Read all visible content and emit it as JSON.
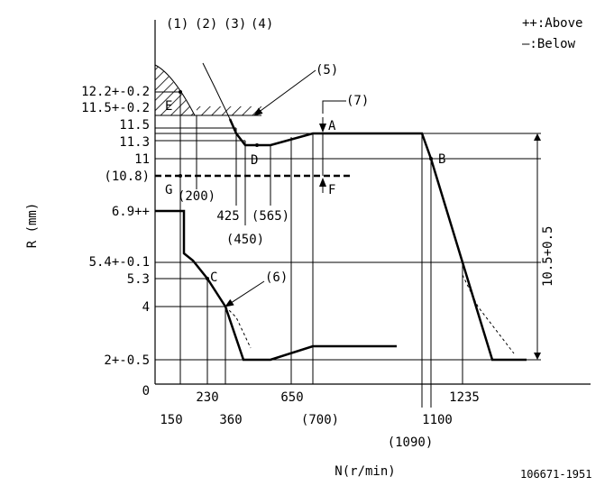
{
  "chart_data": {
    "type": "line",
    "title": "",
    "xlabel": "N(r/min)",
    "ylabel": "R (mm)",
    "figure_id": "106671-1951",
    "legend": {
      "above": "++:Above",
      "below": "—:Below"
    },
    "x_ticks": [
      "150",
      "230",
      "360",
      "650",
      "(700)",
      "(1090)",
      "1100",
      "1235"
    ],
    "x_upper_labels": [
      "(200)",
      "425",
      "(565)",
      "(450)"
    ],
    "y_ticks": [
      "12.2+-0.2",
      "11.5+-0.2",
      "11.5",
      "11.3",
      "11",
      "(10.8)",
      "6.9++",
      "5.4+-0.1",
      "5.3",
      "4",
      "2+-0.5"
    ],
    "origin_label": "0",
    "top_labels": [
      "(1)",
      "(2)",
      "(3)",
      "(4)"
    ],
    "callouts": [
      "(5)",
      "(7)",
      "(6)"
    ],
    "point_labels": [
      "A",
      "B",
      "C",
      "D",
      "E",
      "F",
      "G"
    ],
    "dimension_label": "10.5+0.5",
    "series": [
      {
        "values": [
          [
            0,
            11.3
          ],
          [
            395,
            11.3
          ],
          [
            425,
            11.1
          ],
          [
            425,
            11.0
          ],
          [
            565,
            11.0
          ],
          [
            700,
            11.3
          ],
          [
            1090,
            11.3
          ],
          [
            1235,
            5.4
          ],
          [
            1330,
            2.0
          ],
          [
            1380,
            2.0
          ]
        ]
      },
      {
        "values": [
          [
            0,
            6.9
          ],
          [
            150,
            6.9
          ],
          [
            150,
            5.6
          ],
          [
            230,
            5.3
          ],
          [
            360,
            4.0
          ],
          [
            430,
            2.0
          ],
          [
            510,
            2.0
          ],
          [
            650,
            2.3
          ],
          [
            980,
            2.3
          ]
        ]
      }
    ]
  }
}
